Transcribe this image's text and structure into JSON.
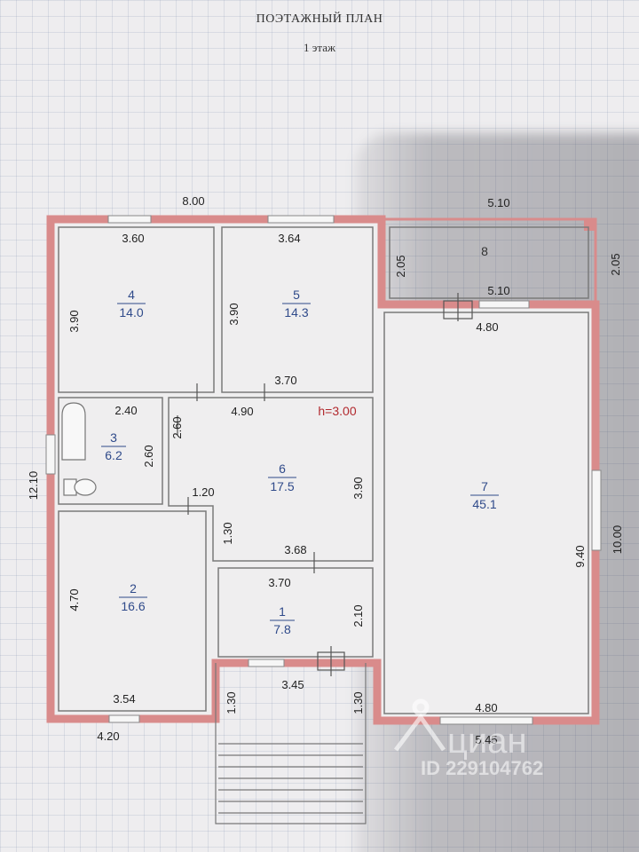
{
  "header": {
    "title": "ПОЭТАЖНЫЙ ПЛАН",
    "subtitle": "1 этаж"
  },
  "height_label": "h=3.00",
  "rooms": [
    {
      "id": "room-1",
      "number": "1",
      "area": "7.8"
    },
    {
      "id": "room-2",
      "number": "2",
      "area": "16.6"
    },
    {
      "id": "room-3",
      "number": "3",
      "area": "6.2"
    },
    {
      "id": "room-4",
      "number": "4",
      "area": "14.0"
    },
    {
      "id": "room-5",
      "number": "5",
      "area": "14.3"
    },
    {
      "id": "room-6",
      "number": "6",
      "area": "17.5"
    },
    {
      "id": "room-7",
      "number": "7",
      "area": "45.1"
    },
    {
      "id": "room-8",
      "number": "8",
      "area": ""
    }
  ],
  "dimensions": {
    "top_overall": "8.00",
    "top_right": "5.10",
    "room4_width": "3.60",
    "room5_width": "3.64",
    "room8_inner": "5.10",
    "room8_left": "2.05",
    "room8_right": "2.05",
    "room7_top": "4.80",
    "room4_height": "3.90",
    "room5_height": "3.90",
    "hall_top": "3.70",
    "room3_width": "2.40",
    "hall_width": "4.90",
    "hall_left_a": "2.60",
    "room3_height": "2.60",
    "left_overall": "12.10",
    "hall_height": "3.90",
    "step_width": "1.20",
    "hall_step_height": "1.30",
    "hall_bottom": "3.68",
    "room1_width": "3.70",
    "room1_height": "2.10",
    "room2_height": "4.70",
    "room7_height": "9.40",
    "right_overall": "10.00",
    "porch_width": "3.45",
    "porch_left": "1.30",
    "porch_right": "1.30",
    "room2_bottom": "3.54",
    "room7_bottom": "4.80",
    "bottom_left": "4.20",
    "bottom_right": "5.45"
  },
  "watermark": {
    "brand": "циан",
    "listing_id": "ID 229104762"
  },
  "colors": {
    "wall": "#d98b8b",
    "wall_inner": "#efeeef",
    "room_text": "#2f4a8a",
    "height_text": "#b2292e"
  }
}
